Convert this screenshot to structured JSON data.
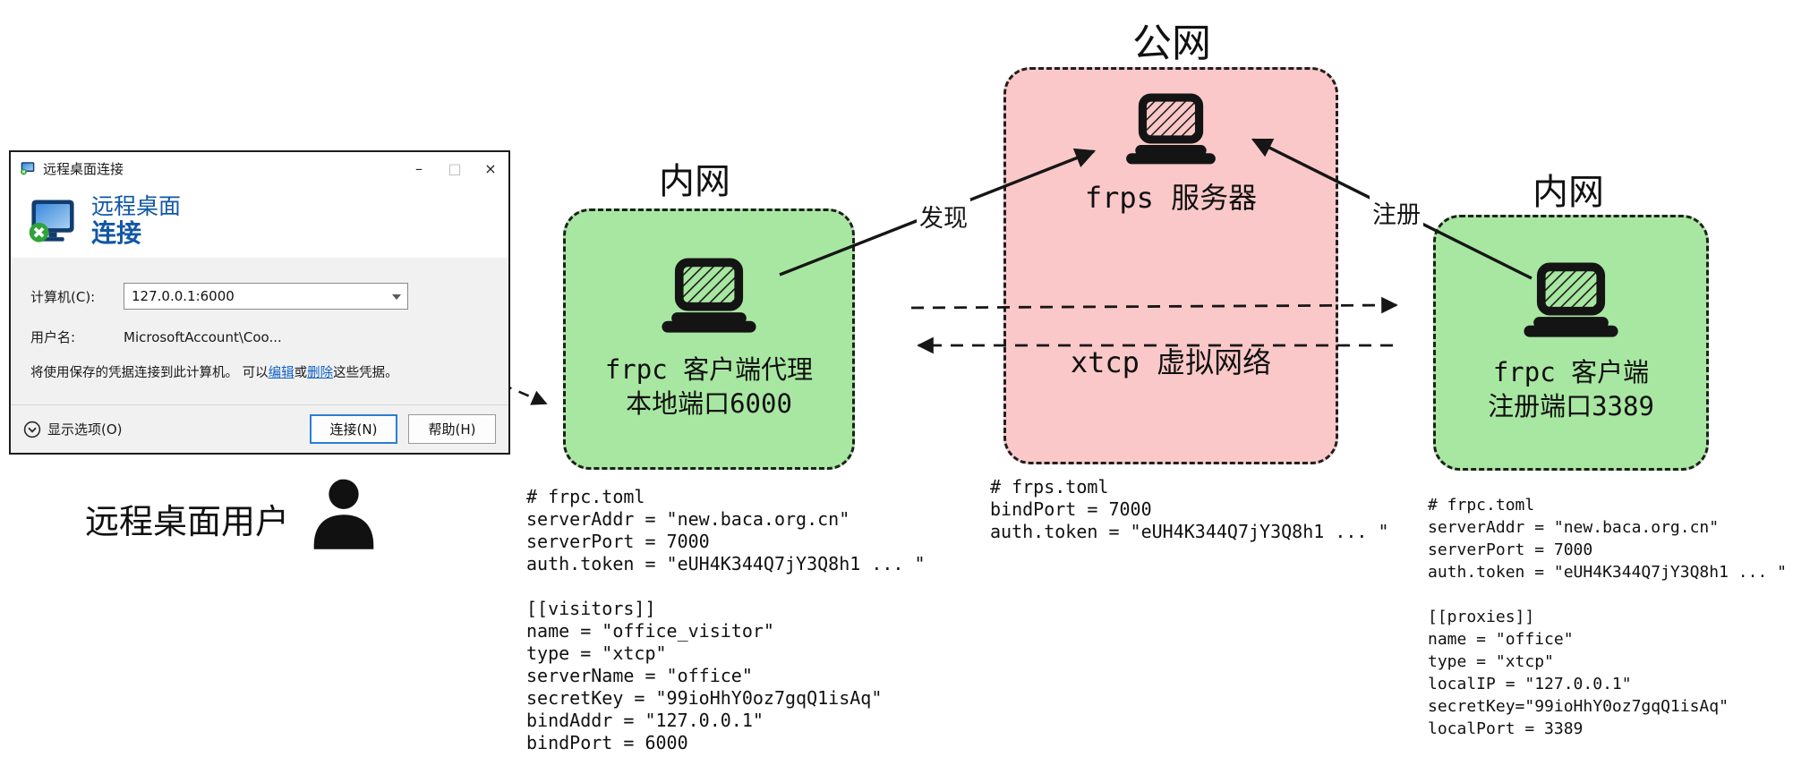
{
  "colors": {
    "intranet_green": "#A8E7A1",
    "public_pink": "#FAC8C8",
    "accent_blue": "#1157A6",
    "link_blue": "#0F62C7"
  },
  "rdp": {
    "title": "远程桌面连接",
    "controls": {
      "minimize": "–",
      "maximize": "□",
      "close": "×"
    },
    "heading_line1": "远程桌面",
    "heading_line2": "连接",
    "computer_label": "计算机(C):",
    "computer_value": "127.0.0.1:6000",
    "username_label": "用户名:",
    "username_value": "MicrosoftAccount\\Coo...",
    "note_prefix": "将使用保存的凭据连接到此计算机。 可以",
    "edit_link": "编辑",
    "note_middle": "或",
    "delete_link": "删除",
    "note_suffix": "这些凭据。",
    "show_options": "显示选项(O)",
    "connect_button": "连接(N)",
    "help_button": "帮助(H)"
  },
  "user_label": "远程桌面用户",
  "zones": {
    "left": {
      "label": "内网",
      "caption_line1": "frpc 客户端代理",
      "caption_line2": "本地端口6000"
    },
    "center": {
      "label": "公网",
      "server_caption": "frps 服务器",
      "network_caption": "xtcp 虚拟网络"
    },
    "right": {
      "label": "内网",
      "caption_line1": "frpc 客户端",
      "caption_line2": "注册端口3389"
    }
  },
  "arrow_labels": {
    "discover": "发现",
    "register": "注册"
  },
  "configs": {
    "frpc_visitor": "# frpc.toml\nserverAddr = \"new.baca.org.cn\"\nserverPort = 7000\nauth.token = \"eUH4K344Q7jY3Q8h1 ... \"\n\n[[visitors]]\nname = \"office_visitor\"\ntype = \"xtcp\"\nserverName = \"office\"\nsecretKey = \"99ioHhY0oz7gqQ1isAq\"\nbindAddr = \"127.0.0.1\"\nbindPort = 6000",
    "frps_server": "# frps.toml\nbindPort = 7000\nauth.token = \"eUH4K344Q7jY3Q8h1 ... \"",
    "frpc_proxy": "# frpc.toml\nserverAddr = \"new.baca.org.cn\"\nserverPort = 7000\nauth.token = \"eUH4K344Q7jY3Q8h1 ... \"\n\n[[proxies]]\nname = \"office\"\ntype = \"xtcp\"\nlocalIP = \"127.0.0.1\"\nsecretKey=\"99ioHhY0oz7gqQ1isAq\"\nlocalPort = 3389"
  }
}
